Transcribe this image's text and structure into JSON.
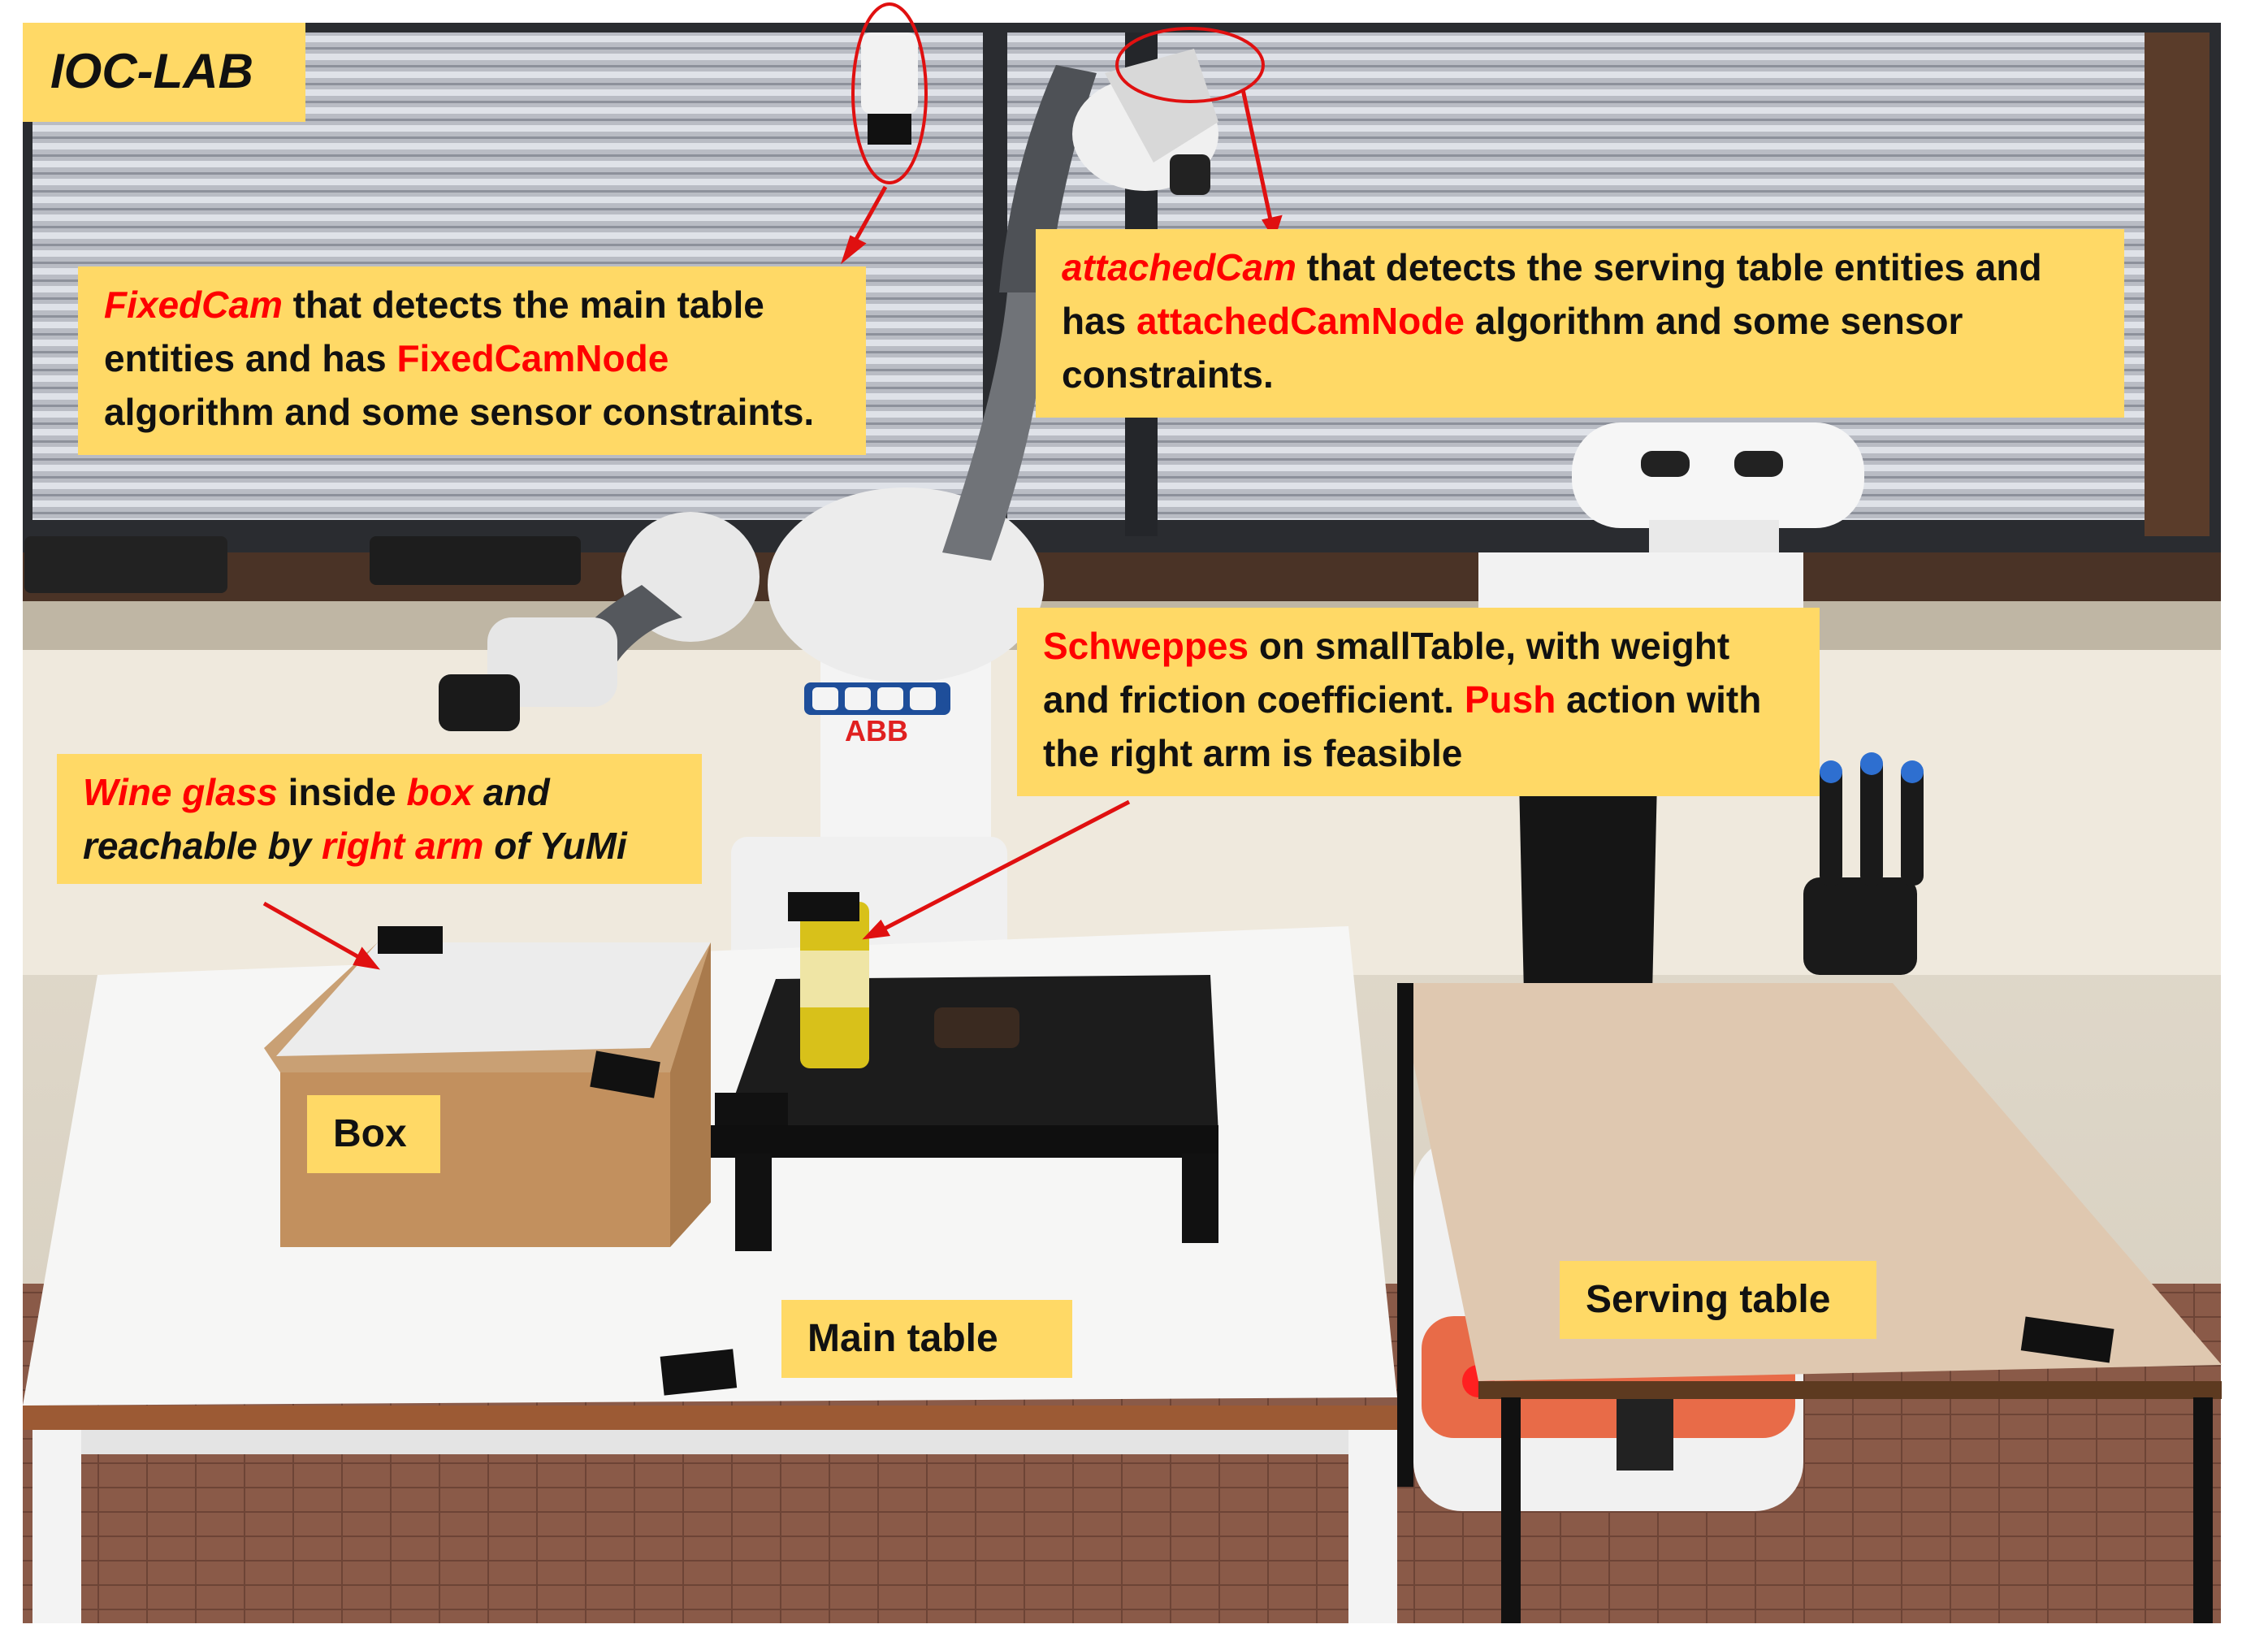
{
  "header": {
    "lab_name": "IOC-LAB"
  },
  "callouts": {
    "fixed_cam": {
      "name": "FixedCam",
      "text_1": " that detects the main table entities and has ",
      "node": "FixedCamNode",
      "text_2": " algorithm and some sensor constraints."
    },
    "attached_cam": {
      "name": "attachedCam",
      "text_1": " that detects the serving table entities and has ",
      "node": "attachedCamNode",
      "text_2": " algorithm and some sensor constraints."
    },
    "schweppes": {
      "name": "Schweppes",
      "text_1": " on smallTable, with weight and friction coefficient. ",
      "action": "Push",
      "text_2": " action with the right arm is feasible"
    },
    "wine_glass": {
      "name": "Wine glass",
      "text_1": " inside ",
      "box": "box",
      "text_2": " and reachable by ",
      "arm": "right arm",
      "text_3": " of YuMi"
    }
  },
  "labels": {
    "box": "Box",
    "main_table": "Main table",
    "serving_table": "Serving table"
  },
  "robot_branding": {
    "logo": "ABB"
  },
  "colors": {
    "callout_bg": "#ffd966",
    "highlight": "#ff0000",
    "annotation_line": "#e01010"
  }
}
